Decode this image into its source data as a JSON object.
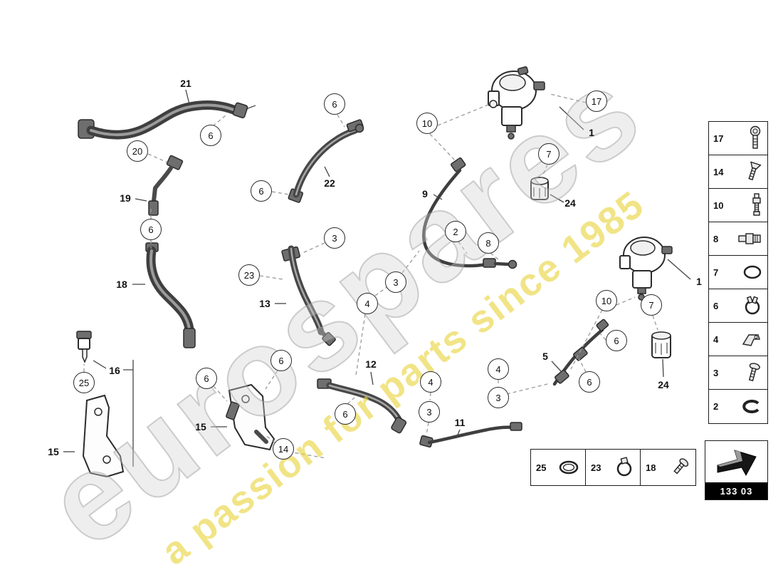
{
  "watermark": {
    "brand": "eurospares",
    "tagline": "a passion for parts since 1985"
  },
  "numbers": {
    "n1": "1",
    "n2": "2",
    "n3": "3",
    "n4": "4",
    "n5": "5",
    "n6": "6",
    "n7": "7",
    "n8": "8",
    "n9": "9",
    "n10": "10",
    "n11": "11",
    "n12": "12",
    "n13": "13",
    "n14": "14",
    "n15": "15",
    "n16": "16",
    "n17": "17",
    "n18": "18",
    "n19": "19",
    "n20": "20",
    "n21": "21",
    "n22": "22",
    "n23": "23",
    "n24": "24",
    "n25": "25"
  },
  "legend_right": {
    "rows": [
      {
        "num": "17",
        "icon": "socket-head-bolt"
      },
      {
        "num": "14",
        "icon": "countersunk-screw"
      },
      {
        "num": "10",
        "icon": "bleeder-valve"
      },
      {
        "num": "8",
        "icon": "threaded-fitting"
      },
      {
        "num": "7",
        "icon": "o-ring"
      },
      {
        "num": "6",
        "icon": "hose-clamp"
      },
      {
        "num": "4",
        "icon": "retaining-clip"
      },
      {
        "num": "3",
        "icon": "screw"
      },
      {
        "num": "2",
        "icon": "seal-ring"
      }
    ]
  },
  "legend_bottom": {
    "cells": [
      {
        "num": "25",
        "icon": "o-ring"
      },
      {
        "num": "23",
        "icon": "hose-clamp"
      },
      {
        "num": "18",
        "icon": "screw"
      }
    ]
  },
  "code_box": {
    "code": "133 03"
  }
}
